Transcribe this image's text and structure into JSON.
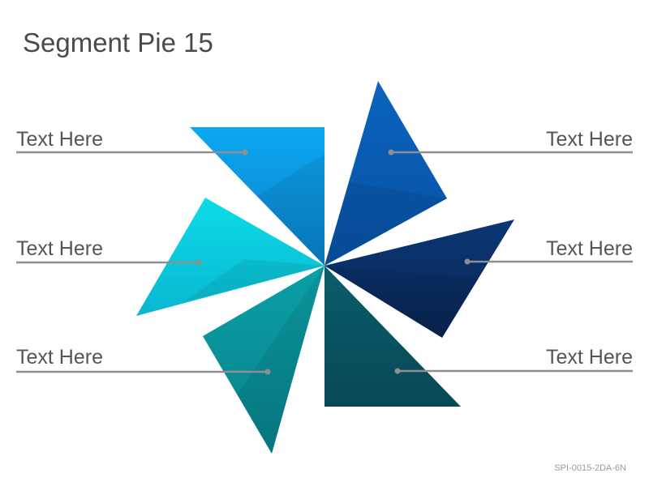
{
  "title": "Segment Pie 15",
  "footer_code": "SPI-0015-2DA-6N",
  "segments": [
    {
      "id": "top-left",
      "label": "Text Here",
      "side": "left",
      "color": "#0AA4EE"
    },
    {
      "id": "top-right",
      "label": "Text Here",
      "side": "right",
      "color": "#0860B8"
    },
    {
      "id": "mid-left",
      "label": "Text Here",
      "side": "left",
      "color": "#0BD4E2"
    },
    {
      "id": "mid-right",
      "label": "Text Here",
      "side": "right",
      "color": "#0A2F66"
    },
    {
      "id": "bottom-left",
      "label": "Text Here",
      "side": "left",
      "color": "#0A9AA0"
    },
    {
      "id": "bottom-right",
      "label": "Text Here",
      "side": "right",
      "color": "#0A5866"
    }
  ],
  "connector_color": "#8f8f8f"
}
